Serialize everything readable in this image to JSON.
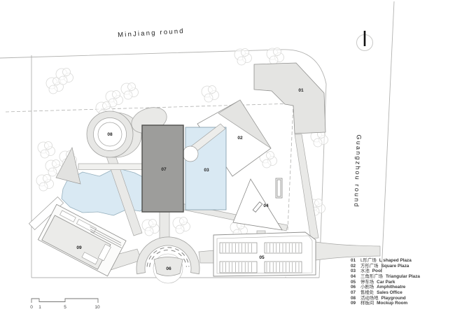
{
  "roads": {
    "top": "MinJiang round",
    "right": "Guangzhou round"
  },
  "plan": {
    "labels": [
      "01",
      "02",
      "03",
      "04",
      "05",
      "06",
      "07",
      "08",
      "09"
    ]
  },
  "legend": {
    "items": [
      {
        "num": "01",
        "zh": "L形广场",
        "en": "L shaped Plaza"
      },
      {
        "num": "02",
        "zh": "方形广场",
        "en": "Square Plaza"
      },
      {
        "num": "03",
        "zh": "水池",
        "en": "Pool"
      },
      {
        "num": "04",
        "zh": "三角形广场",
        "en": "Triangular Plaza"
      },
      {
        "num": "05",
        "zh": "停车场",
        "en": "Car Park"
      },
      {
        "num": "06",
        "zh": "小剧场",
        "en": "Amphitheatre"
      },
      {
        "num": "07",
        "zh": "售楼处",
        "en": "Sales Office"
      },
      {
        "num": "08",
        "zh": "活动场地",
        "en": "Playground"
      },
      {
        "num": "09",
        "zh": "样板间",
        "en": "Mockup Room"
      }
    ]
  },
  "scalebar": {
    "ticks": [
      "0",
      "1",
      "5",
      "10"
    ]
  },
  "colors": {
    "water": "#d9e9f3",
    "water_stroke": "#93aebc",
    "building_dark": "#9d9d9b",
    "plaza_fill": "#e4e4e2",
    "path_fill": "#e9e9e7",
    "outline": "#8f8f8d",
    "boundary": "#b8b8b6",
    "text": "#2b2b2b"
  }
}
